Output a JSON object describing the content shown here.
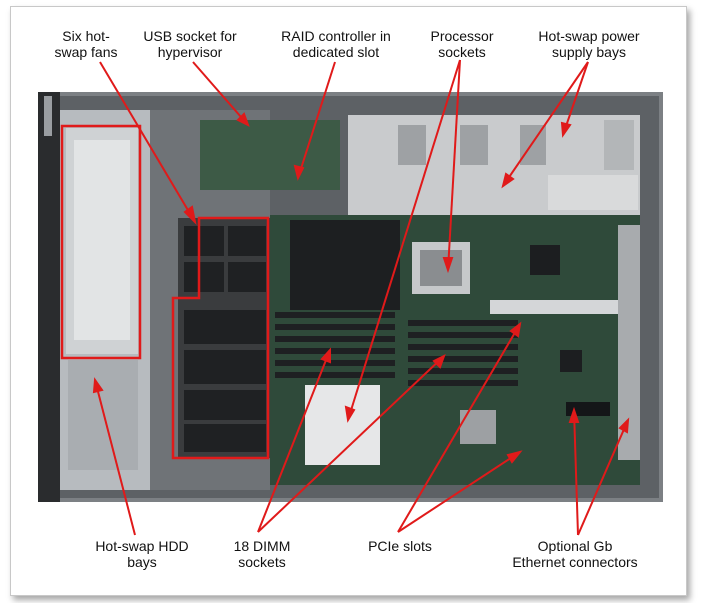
{
  "diagram": {
    "labels": {
      "fans": "Six hot-\nswap fans",
      "usb": "USB socket for\nhypervisor",
      "raid": "RAID controller in\ndedicated slot",
      "processor": "Processor\nsockets",
      "psu": "Hot-swap power\nsupply bays",
      "hdd": "Hot-swap HDD\nbays",
      "dimm": "18 DIMM\nsockets",
      "pcie": "PCIe slots",
      "ethernet": "Optional Gb\nEthernet connectors"
    },
    "colors": {
      "callout": "#e01a1a",
      "board": "#2f4a3a",
      "chassis": "#8a8e92",
      "psu": "#c9cbcd",
      "fan": "#2a2c2e",
      "dimm": "#1e2022"
    }
  }
}
